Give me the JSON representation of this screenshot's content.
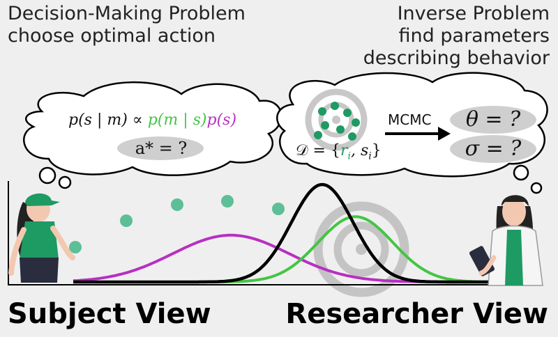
{
  "left_title": {
    "line1": "Decision-Making Problem",
    "line2": "choose optimal action"
  },
  "right_title": {
    "line1": "Inverse Problem",
    "line2": "find parameters",
    "line3": "describing behavior"
  },
  "left_bubble": {
    "formula": {
      "p": "p(s | m) ∝ ",
      "likelihood": "p(m | s)",
      "prior": "p(s)"
    },
    "action": "a* = ?"
  },
  "right_bubble": {
    "data": {
      "prefix": "𝒟 = {",
      "r": "r",
      "sub": "i",
      "comma": ", s",
      "sub2": "i",
      "suffix": "}"
    },
    "method": "MCMC",
    "theta": "θ = ?",
    "sigma": "σ = ?"
  },
  "labels": {
    "subject": "Subject View",
    "researcher": "Researcher View"
  },
  "colors": {
    "background": "#efefef",
    "posterior": "#000000",
    "likelihood": "#44c544",
    "prior": "#b82fc2",
    "ball": "#5cbf97",
    "shirt": "#1e9a63",
    "target": "#c4c4c4"
  },
  "chart_data": {
    "type": "line",
    "series": [
      {
        "name": "prior",
        "color": "#b82fc2",
        "mu": 0.38,
        "sd": 0.14,
        "amp": 0.48
      },
      {
        "name": "likelihood",
        "color": "#44c544",
        "mu": 0.68,
        "sd": 0.09,
        "amp": 0.67
      },
      {
        "name": "posterior",
        "color": "#000000",
        "mu": 0.6,
        "sd": 0.075,
        "amp": 1.0
      }
    ]
  }
}
